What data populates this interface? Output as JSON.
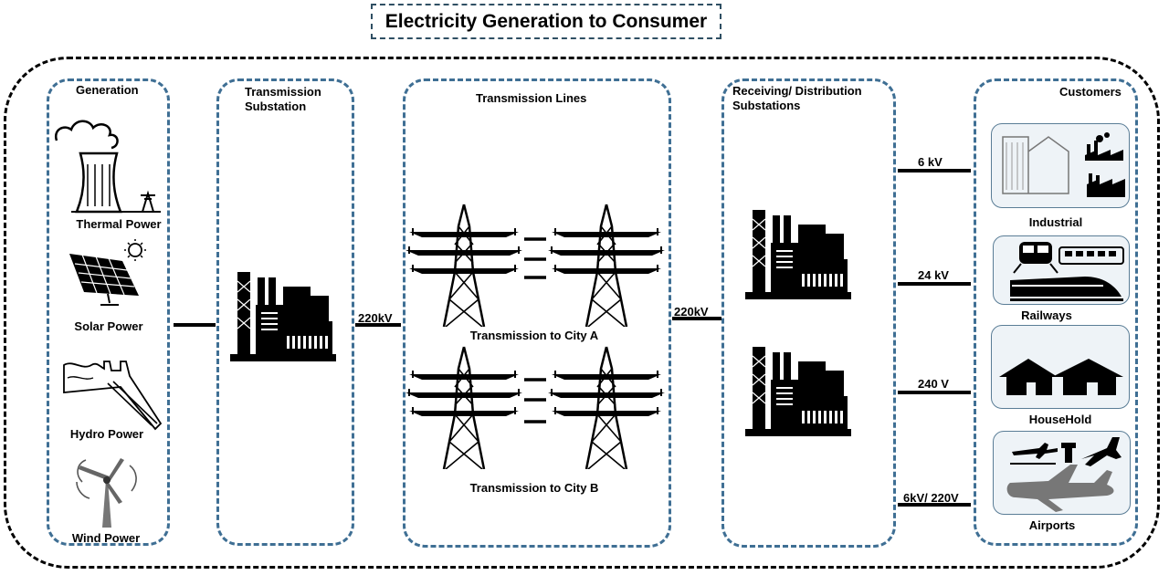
{
  "title": "Electricity Generation to Consumer",
  "sections": {
    "generation": "Generation",
    "transmission_substation": "Transmission\nSubstation",
    "transmission_lines": "Transmission Lines",
    "receiving": "Receiving/ Distribution\nSubstations",
    "customers": "Customers"
  },
  "generation_items": [
    "Thermal Power",
    "Solar Power",
    "Hydro Power",
    "Wind Power"
  ],
  "transmission_lines": {
    "city_a": "Transmission to City A",
    "city_b": "Transmission to City B"
  },
  "voltages": {
    "sub_to_lines": "220kV",
    "lines_to_receiving": "220kV",
    "industrial": "6 kV",
    "railways": "24 kV",
    "household": "240 V",
    "airports": "6kV/ 220V"
  },
  "customers": [
    "Industrial",
    "Railways",
    "HouseHold",
    "Airports"
  ]
}
